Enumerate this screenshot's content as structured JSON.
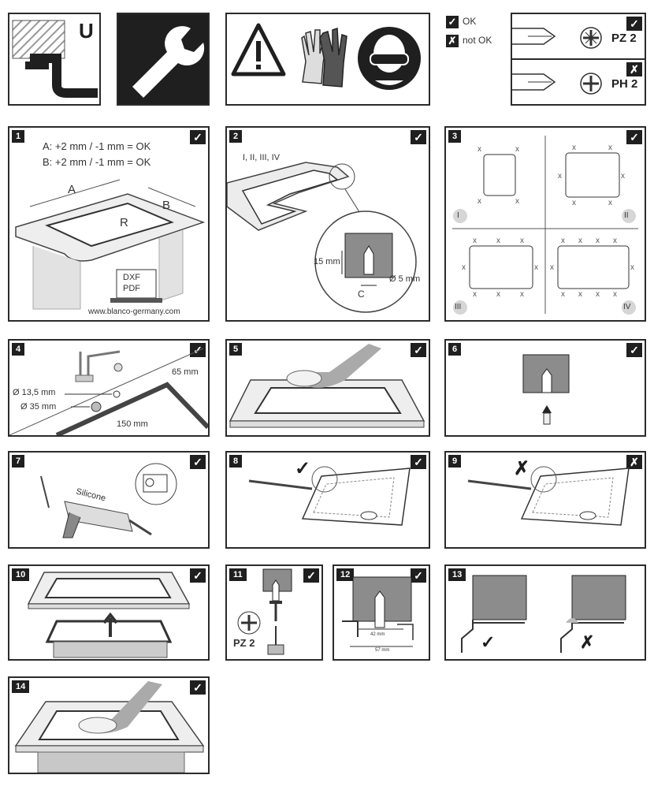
{
  "legend": {
    "ok_mark": "✓",
    "ok_label": "OK",
    "notok_mark": "✗",
    "notok_label": "not OK"
  },
  "header": {
    "u_label": "U",
    "tool1_label": "PZ 2",
    "tool2_label": "PH 2",
    "tool1_mark": "✓",
    "tool2_mark": "✗"
  },
  "steps": [
    {
      "num": "1",
      "mark": "✓"
    },
    {
      "num": "2",
      "mark": "✓"
    },
    {
      "num": "3",
      "mark": "✓"
    },
    {
      "num": "4",
      "mark": "✓"
    },
    {
      "num": "5",
      "mark": "✓"
    },
    {
      "num": "6",
      "mark": "✓"
    },
    {
      "num": "7",
      "mark": "✓"
    },
    {
      "num": "8",
      "mark": "✓"
    },
    {
      "num": "9",
      "mark": "✗"
    },
    {
      "num": "10",
      "mark": "✓"
    },
    {
      "num": "11",
      "mark": "✓"
    },
    {
      "num": "12",
      "mark": "✓"
    },
    {
      "num": "13",
      "mark": ""
    },
    {
      "num": "14",
      "mark": "✓"
    }
  ],
  "step1": {
    "line_a": "A: +2 mm / -1 mm = OK",
    "line_b": "B: +2 mm / -1 mm = OK",
    "label_a": "A",
    "label_b": "B",
    "label_r": "R",
    "file1": "DXF",
    "file2": "PDF",
    "url": "www.blanco-germany.com"
  },
  "step2": {
    "variants": "I, II, III, IV",
    "depth": "15 mm",
    "dia": "Ø 5 mm",
    "c_label": "C"
  },
  "step3": {
    "q1": "I",
    "q2": "II",
    "q3": "III",
    "q4": "IV"
  },
  "step4": {
    "d1": "Ø 13,5 mm",
    "d2": "Ø 35 mm",
    "m1": "65 mm",
    "m2": "150 mm"
  },
  "step7": {
    "silicone": "Silicone"
  },
  "step8": {
    "check": "✓"
  },
  "step9": {
    "cross": "✗"
  },
  "step11": {
    "tool": "PZ 2"
  },
  "step12": {
    "m1": "42 mm",
    "m2": "57 mm"
  },
  "step13": {
    "ok": "✓",
    "bad": "✗"
  }
}
